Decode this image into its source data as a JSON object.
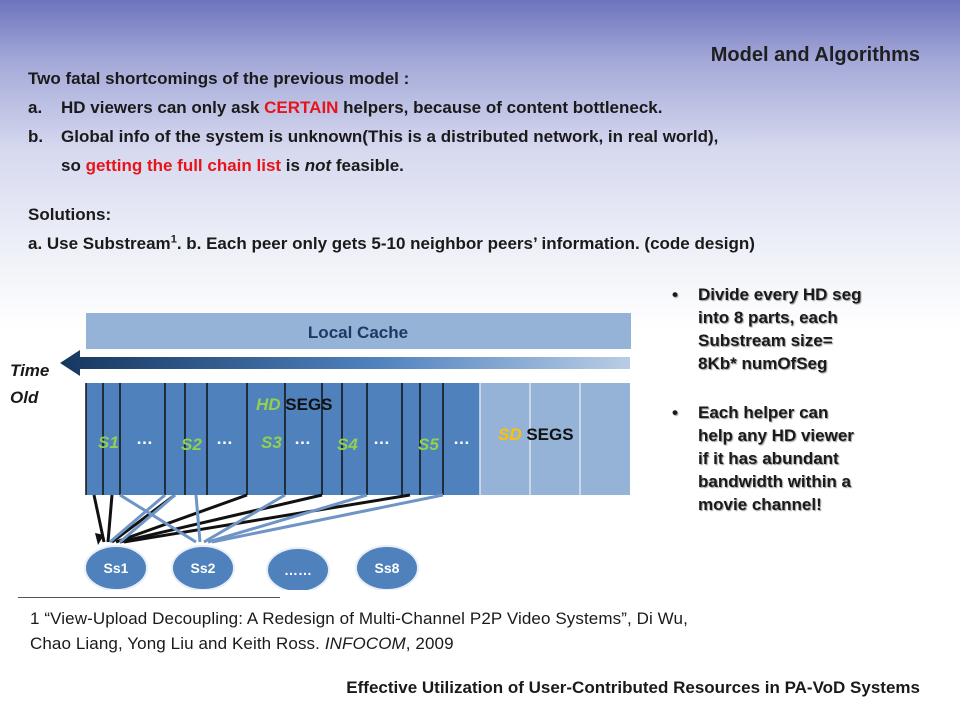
{
  "header": {
    "title": "Model and Algorithms"
  },
  "problem": {
    "intro": "Two fatal shortcomings of the previous model :",
    "items": [
      {
        "label": "a.",
        "before": "HD viewers can only ask ",
        "highlight": "CERTAIN",
        "after": " helpers, because of content bottleneck."
      },
      {
        "label": "b.",
        "line1": "Global info of the system is unknown(This is a distributed network, in real world),",
        "line2_before": "so ",
        "line2_highlight": "getting the full chain list",
        "line2_mid": " is ",
        "line2_italic": "not",
        "line2_after": " feasible."
      }
    ]
  },
  "solutions": {
    "heading": "Solutions:",
    "line_before": "a. Use Substream",
    "sup": "1",
    "line_after": ".  b. Each peer only gets 5-10 neighbor peers’ information. (code design)"
  },
  "diagram": {
    "local_cache_label": "Local Cache",
    "time_label": "Time",
    "old_label": "Old",
    "hd_prefix": "HD",
    "hd_suffix": " SEGS",
    "sd_prefix": "SD",
    "sd_suffix": " SEGS",
    "substream_labels": [
      "S1",
      "S2",
      "S3",
      "S4",
      "S5"
    ],
    "ellipsis": "…",
    "nodes": [
      "Ss1",
      "Ss2",
      "……",
      "Ss8"
    ],
    "colors": {
      "hd_block": "#4f81bd",
      "sd_block": "#95b3d7",
      "cache_bar": "#95b3d7",
      "substream_text": "#92d050",
      "arrow_dark": "#17375e"
    }
  },
  "bullets": [
    {
      "marker": "•",
      "lines": [
        "Divide every HD seg",
        "into 8 parts, each",
        "Substream size=",
        "8Kb* numOfSeg"
      ]
    },
    {
      "marker": "•",
      "lines": [
        "Each helper can",
        "help any HD viewer",
        "if it has abundant",
        "bandwidth within a",
        "movie channel!"
      ]
    }
  ],
  "footnote": {
    "line1": "1 “View-Upload Decoupling: A Redesign of Multi-Channel P2P Video Systems”, Di Wu,",
    "line2_before": "Chao Liang, Yong Liu and Keith Ross. ",
    "line2_italic": "INFOCOM",
    "line2_after": ", 2009"
  },
  "footer": {
    "title": "Effective Utilization of User-Contributed Resources in PA-VoD Systems"
  }
}
